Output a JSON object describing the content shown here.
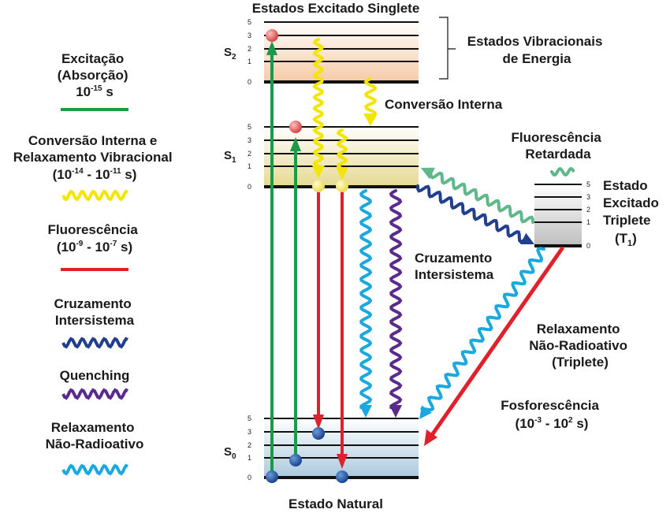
{
  "title": "Estados Excitado Singlete",
  "bottom_title": "Estado Natural",
  "states": {
    "s2": {
      "main": "S",
      "sub": "2"
    },
    "s1": {
      "main": "S",
      "sub": "1"
    },
    "s0": {
      "main": "S",
      "sub": "0"
    },
    "t1": {
      "lines": [
        "Estado",
        "Excitado",
        "Triplete"
      ],
      "symbol_main": "(T",
      "symbol_sub": "1",
      "symbol_end": ")"
    }
  },
  "level_numbers": [
    "5",
    "3",
    "2",
    "1",
    "0"
  ],
  "vib_label": [
    "Estados Vibracionais",
    "de Energia"
  ],
  "internal_conversion_label": "Conversão Interna",
  "delayed_fluorescence_label": [
    "Fluorescência",
    "Retardada"
  ],
  "intersystem_label": [
    "Cruzamento",
    "Intersistema"
  ],
  "nonrad_triplet_label": [
    "Relaxamento",
    "Não-Radioativo",
    "(Triplete)"
  ],
  "phosphorescence_label": {
    "line1": "Fosforescência",
    "open": "(10",
    "exp1": "-3",
    "mid": " - 10",
    "exp2": "2",
    "close": " s)"
  },
  "legend": {
    "excitation": {
      "line1": "Excitação",
      "line2": "(Absorção)",
      "line3_base": "10",
      "line3_exp": "-15",
      "line3_unit": " s",
      "color": "#1a9a4a"
    },
    "internal": {
      "line1": "Conversão Interna e",
      "line2": "Relaxamento Vibracional",
      "open": "(10",
      "exp1": "-14",
      "mid": " - 10",
      "exp2": "-11",
      "close": " s)",
      "color": "#f2e600"
    },
    "fluorescence": {
      "line1": "Fluorescência",
      "open": "(10",
      "exp1": "-9",
      "mid": " - 10",
      "exp2": "-7",
      "close": " s)",
      "color": "#e0202a"
    },
    "isc": {
      "line1": "Cruzamento",
      "line2": "Intersistema",
      "color": "#213e8f"
    },
    "quenching": {
      "line1": "Quenching",
      "color": "#5a2a8c"
    },
    "nonrad": {
      "line1": "Relaxamento",
      "line2": "Não-Radioativo",
      "color": "#1aa8e0"
    }
  },
  "colors": {
    "s2_band": "#f6c9a6",
    "s1_band": "#ece0a2",
    "s0_band": "#b6cfe0",
    "t1_band": "#c8c8c8",
    "delayed_fluorescence": "#5fb88a",
    "electron_red": "#e06060",
    "electron_blue": "#1c4fa0",
    "electron_yellow": "#f5e860"
  }
}
